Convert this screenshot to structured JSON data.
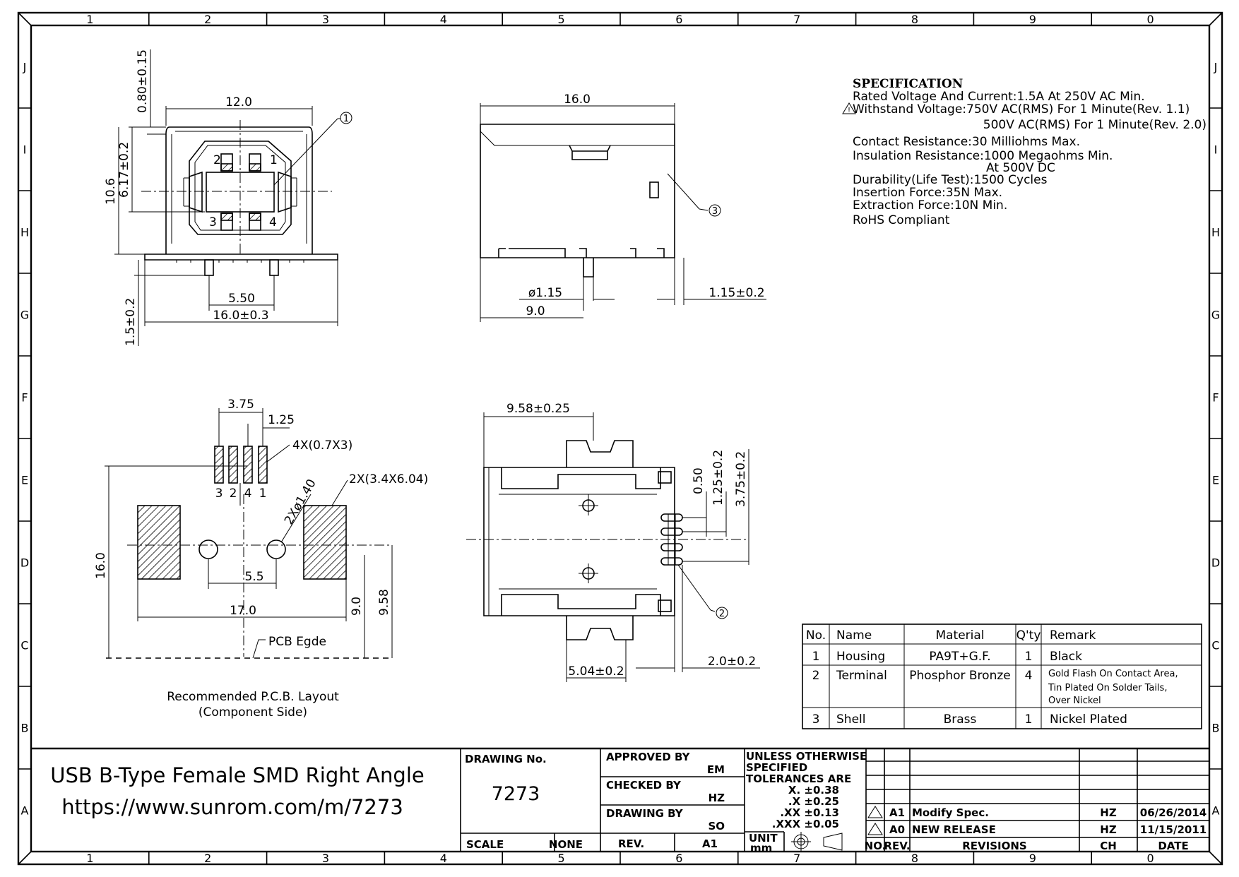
{
  "border": {
    "columns": [
      "1",
      "2",
      "3",
      "4",
      "5",
      "6",
      "7",
      "8",
      "9",
      "0"
    ],
    "rows": [
      "J",
      "I",
      "H",
      "G",
      "F",
      "E",
      "D",
      "C",
      "B",
      "A"
    ]
  },
  "front_view": {
    "dims": {
      "top_thick": "0.80±0.15",
      "width": "12.0",
      "inner_h": "6.17±0.2",
      "height": "10.6",
      "pin_pitch": "5.50",
      "total_w": "16.0±0.3",
      "pin_len": "1.5±0.2"
    },
    "pins": [
      "2",
      "1",
      "3",
      "4"
    ],
    "callout": "1"
  },
  "side_view": {
    "dims": {
      "length": "16.0",
      "pin_dia": "ø1.15",
      "pin_pos": "9.0",
      "tab": "1.15±0.2"
    },
    "callout": "3"
  },
  "pcb_layout": {
    "dims": {
      "pitch_total": "3.75",
      "pitch": "1.25",
      "pads": "4X(0.7X3)",
      "tabs": "2X(3.4X6.04)",
      "holes": "2Xø1.40",
      "width": "16.0",
      "hole_pitch": "5.5",
      "tab_pitch": "17.0",
      "h1": "9.0",
      "h2": "9.58",
      "edge": "PCB Egde"
    },
    "pad_labels": [
      "3",
      "2",
      "4",
      "1"
    ],
    "caption_1": "Recommended P.C.B. Layout",
    "caption_2": "(Component Side)"
  },
  "bottom_view": {
    "dims": {
      "top": "9.58±0.25",
      "d1": "0.50",
      "d2": "1.25±0.2",
      "d3": "3.75±0.2",
      "bottom": "5.04±0.2",
      "right": "2.0±0.2"
    },
    "callout": "2"
  },
  "specification": {
    "heading": "SPECIFICATION",
    "lines": [
      "Rated Voltage And Current:1.5A At 250V AC Min.",
      "Withstand Voltage:750V AC(RMS) For 1 Minute(Rev. 1.1)",
      "500V AC(RMS) For 1 Minute(Rev. 2.0)",
      "Contact Resistance:30 Milliohms Max.",
      "Insulation Resistance:1000 Megaohms Min.",
      "At 500V DC",
      "Durability(Life Test):1500 Cycles",
      "Insertion Force:35N Max.",
      "Extraction Force:10N Min.",
      "RoHS Compliant"
    ]
  },
  "bom": {
    "headers": [
      "No.",
      "Name",
      "Material",
      "Q'ty",
      "Remark"
    ],
    "rows": [
      {
        "no": "1",
        "name": "Housing",
        "material": "PA9T+G.F.",
        "qty": "1",
        "remark": [
          "Black"
        ]
      },
      {
        "no": "2",
        "name": "Terminal",
        "material": "Phosphor Bronze",
        "qty": "4",
        "remark": [
          "Gold Flash On Contact Area,",
          "Tin Plated On Solder Tails,",
          "Over Nickel"
        ]
      },
      {
        "no": "3",
        "name": "Shell",
        "material": "Brass",
        "qty": "1",
        "remark": [
          "Nickel Plated"
        ]
      }
    ]
  },
  "title_block": {
    "title": "USB B-Type Female SMD Right Angle",
    "url": "https://www.sunrom.com/m/7273",
    "drawing_no_label": "DRAWING No.",
    "drawing_no": "7273",
    "scale_label": "SCALE",
    "scale": "NONE",
    "approved_label": "APPROVED BY",
    "approved": "EM",
    "checked_label": "CHECKED BY",
    "checked": "HZ",
    "drawn_label": "DRAWING BY",
    "drawn": "SO",
    "rev_label": "REV.",
    "rev": "A1",
    "tol_lines": [
      "UNLESS OTHERWISE",
      "SPECIFIED",
      "TOLERANCES ARE",
      "X.  ±0.38",
      ".X  ±0.25",
      ".XX  ±0.13",
      ".XXX  ±0.05"
    ],
    "unit_label": "UNIT",
    "unit": "mm",
    "revisions": [
      {
        "no": "A1",
        "desc": "Modify Spec.",
        "by": "HZ",
        "date": "06/26/2014"
      },
      {
        "no": "A0",
        "desc": "NEW RELEASE",
        "by": "HZ",
        "date": "11/15/2011"
      }
    ],
    "rev_headers": {
      "no": "NO.",
      "rev": "REV.",
      "desc": "REVISIONS",
      "ch": "CH",
      "date": "DATE"
    }
  }
}
